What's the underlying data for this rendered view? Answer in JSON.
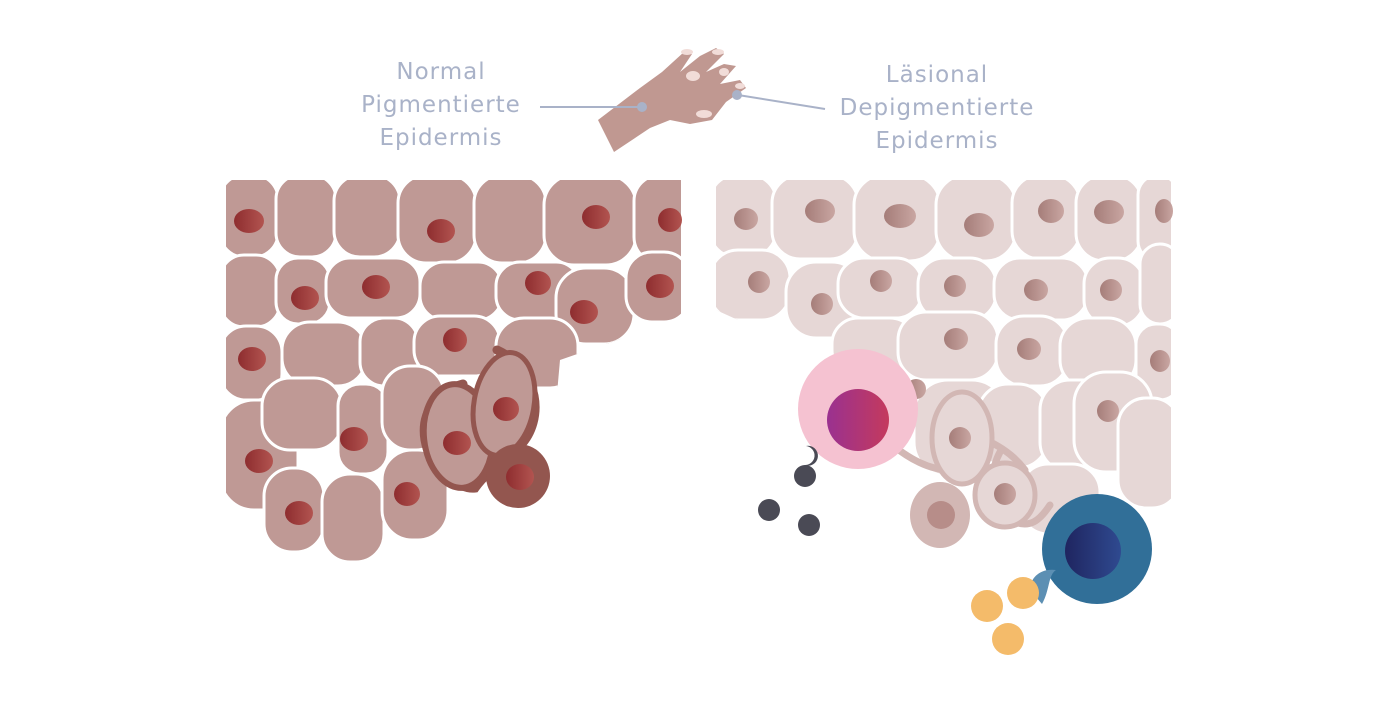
{
  "labels": {
    "normal": {
      "line1": "Normal",
      "line2": "Pigmentierte",
      "line3": "Epidermis"
    },
    "lesional": {
      "line1": "Läsional",
      "line2": "Depigmentierte",
      "line3": "Epidermis"
    }
  },
  "colors": {
    "label_text": "#a9b2c8",
    "normal_cell": "#bf9995",
    "normal_nucleus": "#8e2d2f",
    "melanocyte": "#93564f",
    "lesional_cell": "#e6d7d6",
    "lesional_nucleus": "#b08882",
    "pink_cell": "#f5c2d1",
    "pink_nucleus": "#a6317a",
    "blue_cell": "#316f98",
    "blue_nucleus": "#262f6e",
    "granule_dark": "#4a4a55",
    "granule_yellow": "#f4bb6a",
    "hand": "#c09891"
  }
}
